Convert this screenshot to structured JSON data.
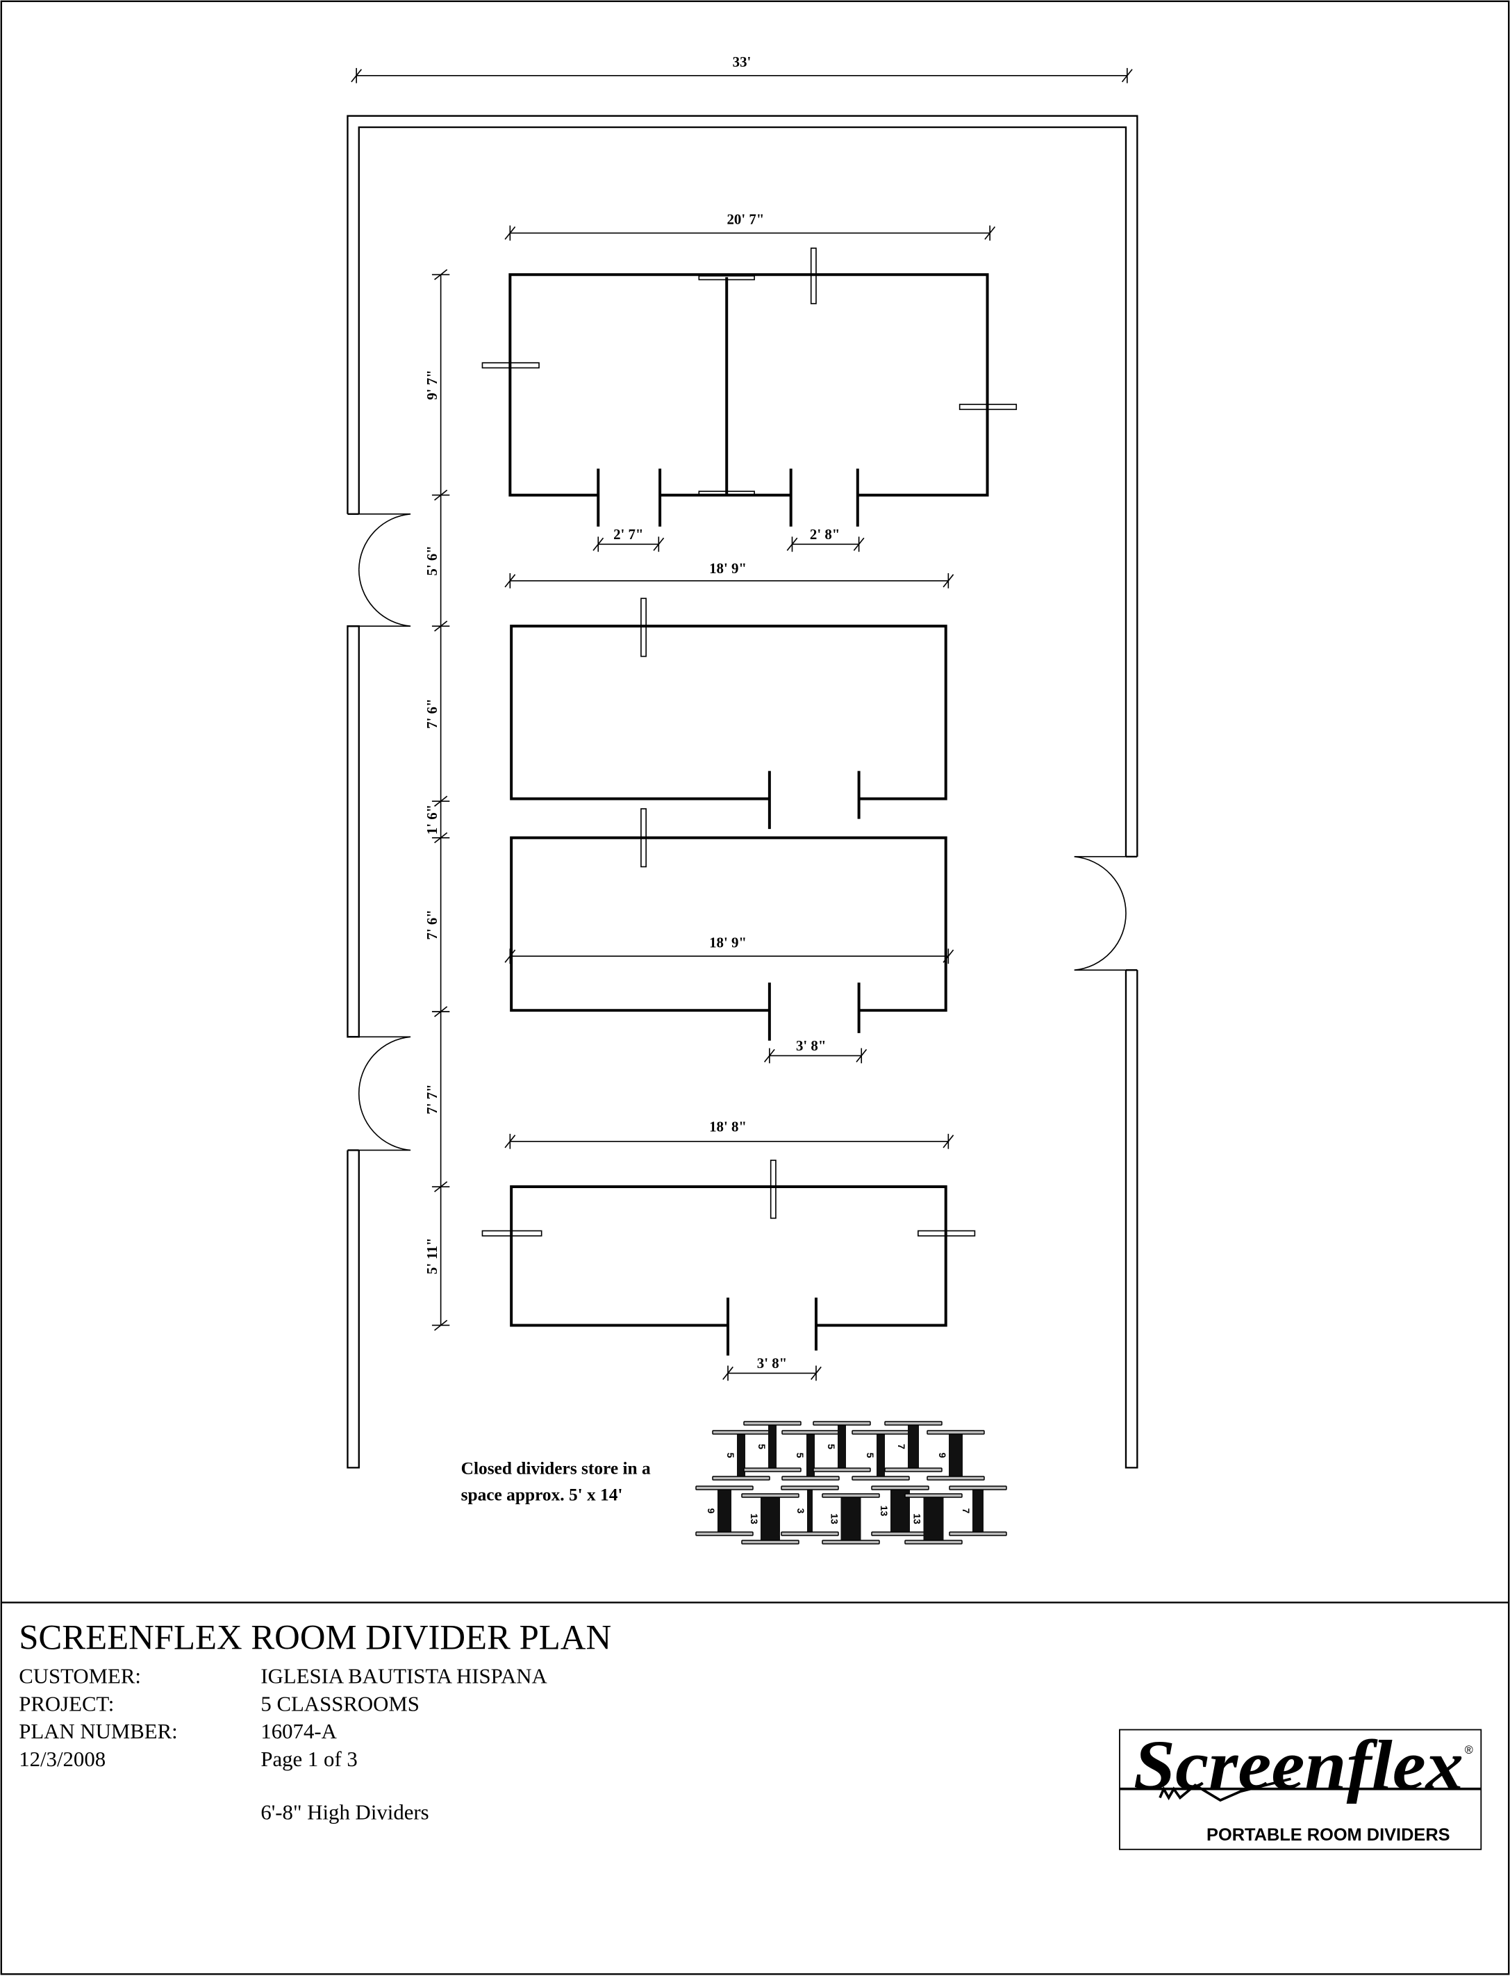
{
  "dims": {
    "overall": "33'",
    "room1_width": "20' 7\"",
    "room1_door_left": "2' 7\"",
    "room1_door_right": "2' 8\"",
    "room2_width": "18' 9\"",
    "room3_width": "18' 9\"",
    "room3_door": "3' 8\"",
    "room4_width": "18' 8\"",
    "room4_door": "3' 8\"",
    "v1": "9' 7\"",
    "v2": "5' 6\"",
    "v3": "7' 6\"",
    "v4": "1' 6\"",
    "v5": "7' 6\"",
    "v6": "7' 7\"",
    "v7": "5' 11\""
  },
  "storage": {
    "line1": "Closed dividers store in a",
    "line2": "space approx. 5' x 14'",
    "dividers": [
      "5",
      "5",
      "5",
      "5",
      "5",
      "7",
      "9",
      "9",
      "13",
      "3",
      "13",
      "13",
      "13",
      "7"
    ]
  },
  "title_block": {
    "title": "SCREENFLEX ROOM DIVIDER PLAN",
    "customer_label": "CUSTOMER:",
    "customer": "IGLESIA BAUTISTA HISPANA",
    "project_label": "PROJECT:",
    "project": "5 CLASSROOMS",
    "plan_label": "PLAN NUMBER:",
    "plan": "16074-A",
    "date": "12/3/2008",
    "page": "Page 1 of 3",
    "note": "6'-8\" High Dividers"
  },
  "logo": {
    "brand": "Screenflex",
    "tagline": "PORTABLE ROOM DIVIDERS"
  }
}
